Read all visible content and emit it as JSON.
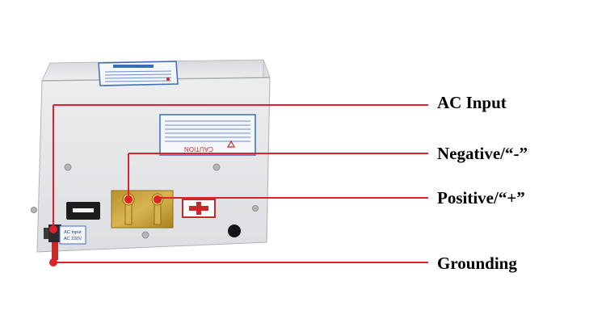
{
  "callouts": {
    "ac_input": "AC Input",
    "negative": "Negative/“-”",
    "positive": "Positive/“+”",
    "grounding": "Grounding"
  },
  "device": {
    "caution_label": "CAUTION",
    "socket_label_line1": "AC Input",
    "socket_label_line2": "AC 220V"
  },
  "colors": {
    "callout_line": "#e0202a",
    "enclosure": "#e6e7e8",
    "brass_plate": "#c9a23a",
    "nameplate": "#3c6db8"
  }
}
